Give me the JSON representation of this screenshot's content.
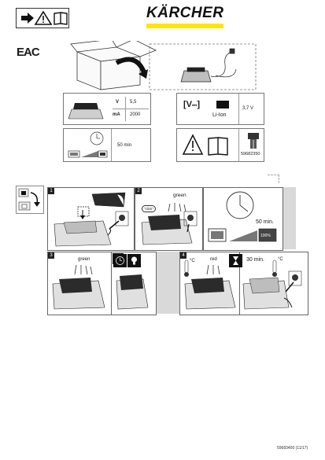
{
  "brand": {
    "name": "KÄRCHER",
    "accent": "#ffe600"
  },
  "cert_mark": "EAC",
  "specs": {
    "voltage_unit": "V",
    "voltage_value": "5,5",
    "current_unit": "mA",
    "current_value": "2000",
    "battery_type": "Li-Ion",
    "battery_voltage": "3,7 V",
    "charge_time": "50 min",
    "part_number": "59682350"
  },
  "steps": {
    "step1": "1",
    "step2": "2",
    "step3": "3",
    "step4": "4",
    "click_label": "\"click\"",
    "green_label": "green",
    "red_label": "red",
    "time_50": "50 min.",
    "time_30": "30 min.",
    "full_percent": "100%",
    "celsius": "°C"
  },
  "footer": {
    "doc_ref": "59683400 (11/17)"
  },
  "icons": [
    "arrow-right-icon",
    "warning-icon",
    "manual-icon",
    "box-icon",
    "charger-icon",
    "clock-icon",
    "battery-icon",
    "thermometer-icon",
    "hourglass-icon",
    "plug-icon",
    "lamp-icon"
  ]
}
